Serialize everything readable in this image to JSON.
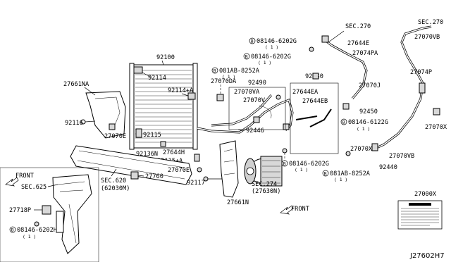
{
  "labels": {
    "p92100": "92100",
    "p92114": "92114",
    "p92114a": "92114+A",
    "p27661na": "27661NA",
    "p92116": "92116",
    "p27070e_top": "27070E",
    "p92115": "92115",
    "p92136n": "92136N",
    "p27644h": "27644H",
    "p92115a": "92115+A",
    "p27070e_low": "27070E",
    "p27760": "27760",
    "p92117": "92117",
    "p27661n": "27661N",
    "sec274": "SEC.274",
    "sec274_sub": "(27630N)",
    "p270700a": "27070DA",
    "b_8252a_top": "081AB-8252A",
    "b_8252a_top_qty": "( 1 )",
    "p27070va": "27070VA",
    "p27070v": "27070V",
    "p92490": "92490",
    "p92446": "92446",
    "b_6202g_1": "08146-6202G",
    "b_6202g_1_qty": "( 1 )",
    "b_6202g_2": "08146-6202G",
    "b_6202g_2_qty": "( 1 )",
    "sec270_a": "SEC.270",
    "p27644e": "27644E",
    "p27074pa": "27074PA",
    "p92480": "92480",
    "p27644ea": "27644EA",
    "p27644eb": "27644EB",
    "p27070j": "27070J",
    "p92450": "92450",
    "b_6122g": "08146-6122G",
    "b_6122g_qty": "( 1 )",
    "b_6202g_3": "08146-6202G",
    "b_6202g_3_qty": "( 1 )",
    "b_8252a_low": "081AB-8252A",
    "b_8252a_low_qty": "( 1 )",
    "sec270_b": "SEC.270",
    "p27070vb_top": "27070VB",
    "p27074p": "27074P",
    "p27070x_r": "27070X",
    "p27070x_m": "27070X",
    "p27070vb_low": "27070VB",
    "p92440": "92440",
    "front_a": "FRONT",
    "front_b": "FRONT",
    "sec625": "SEC.625",
    "sec620": "SEC.620",
    "sec620_sub": "(62030M)",
    "p27718p": "27718P",
    "b_6202h": "08146-6202H",
    "b_6202h_qty": "( 1 )",
    "p27000x": "27000X",
    "diagram_id": "J27602H7"
  },
  "icons": {
    "bolt_marker": "circled-letter-b-icon",
    "front_arrow": "front-arrow-icon"
  }
}
